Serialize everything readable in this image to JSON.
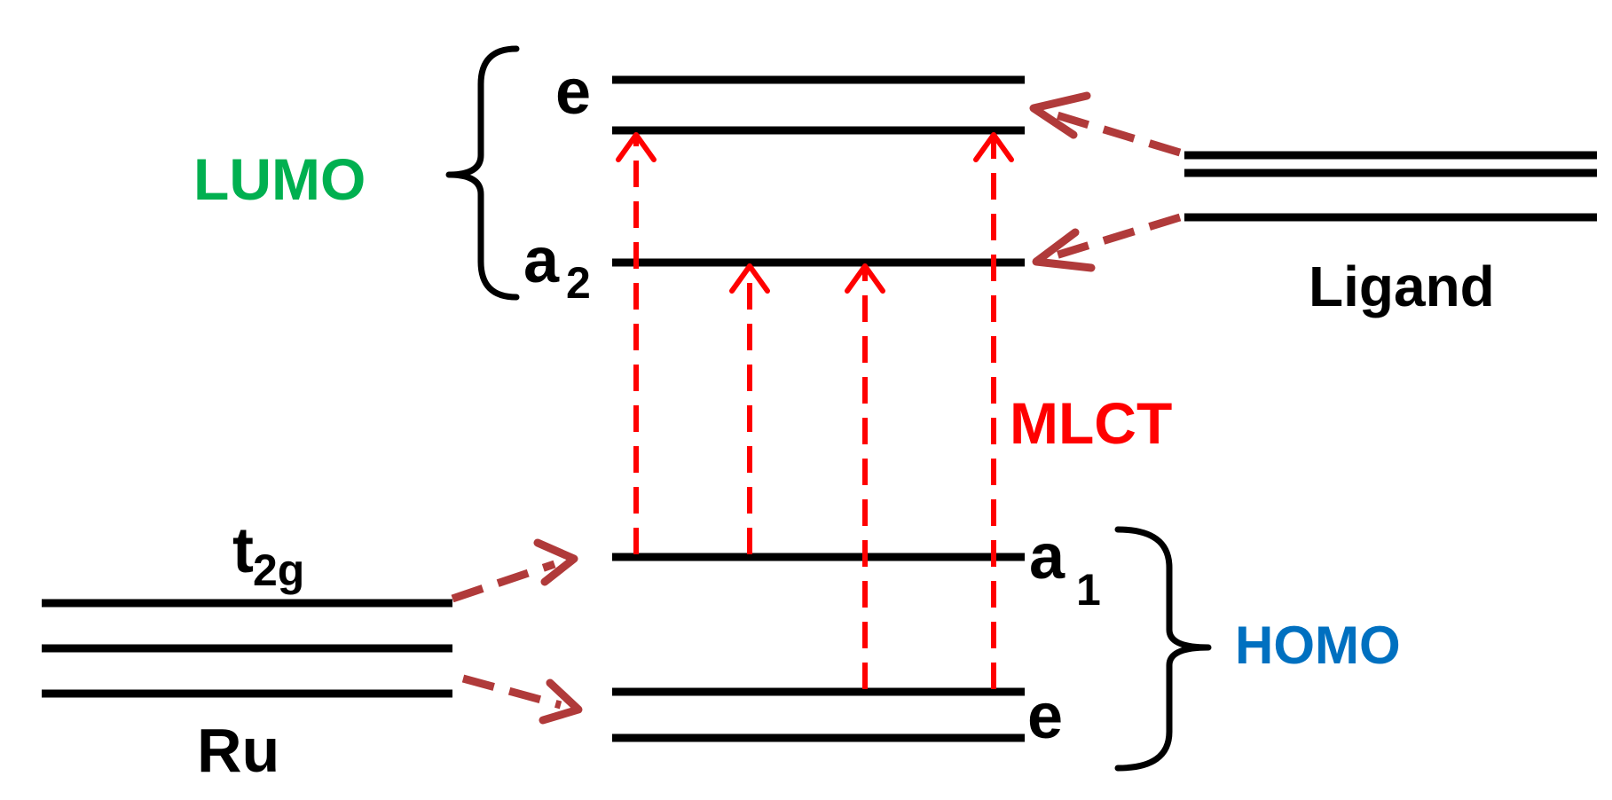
{
  "labels": {
    "lumo": "LUMO",
    "homo": "HOMO",
    "mlct": "MLCT",
    "ligand": "Ligand",
    "ru": "Ru",
    "t2g_base": "t",
    "t2g_sub": "2g",
    "lumo_e": "e",
    "a2_base": "a",
    "a2_sub": "2",
    "a1_base": "a",
    "a1_sub": "1",
    "homo_e": "e"
  },
  "colors": {
    "level": "#000000",
    "lumo": "#00b050",
    "homo": "#0070c0",
    "mlct": "#ff0000",
    "mixing_arrow": "#b03a3a"
  }
}
